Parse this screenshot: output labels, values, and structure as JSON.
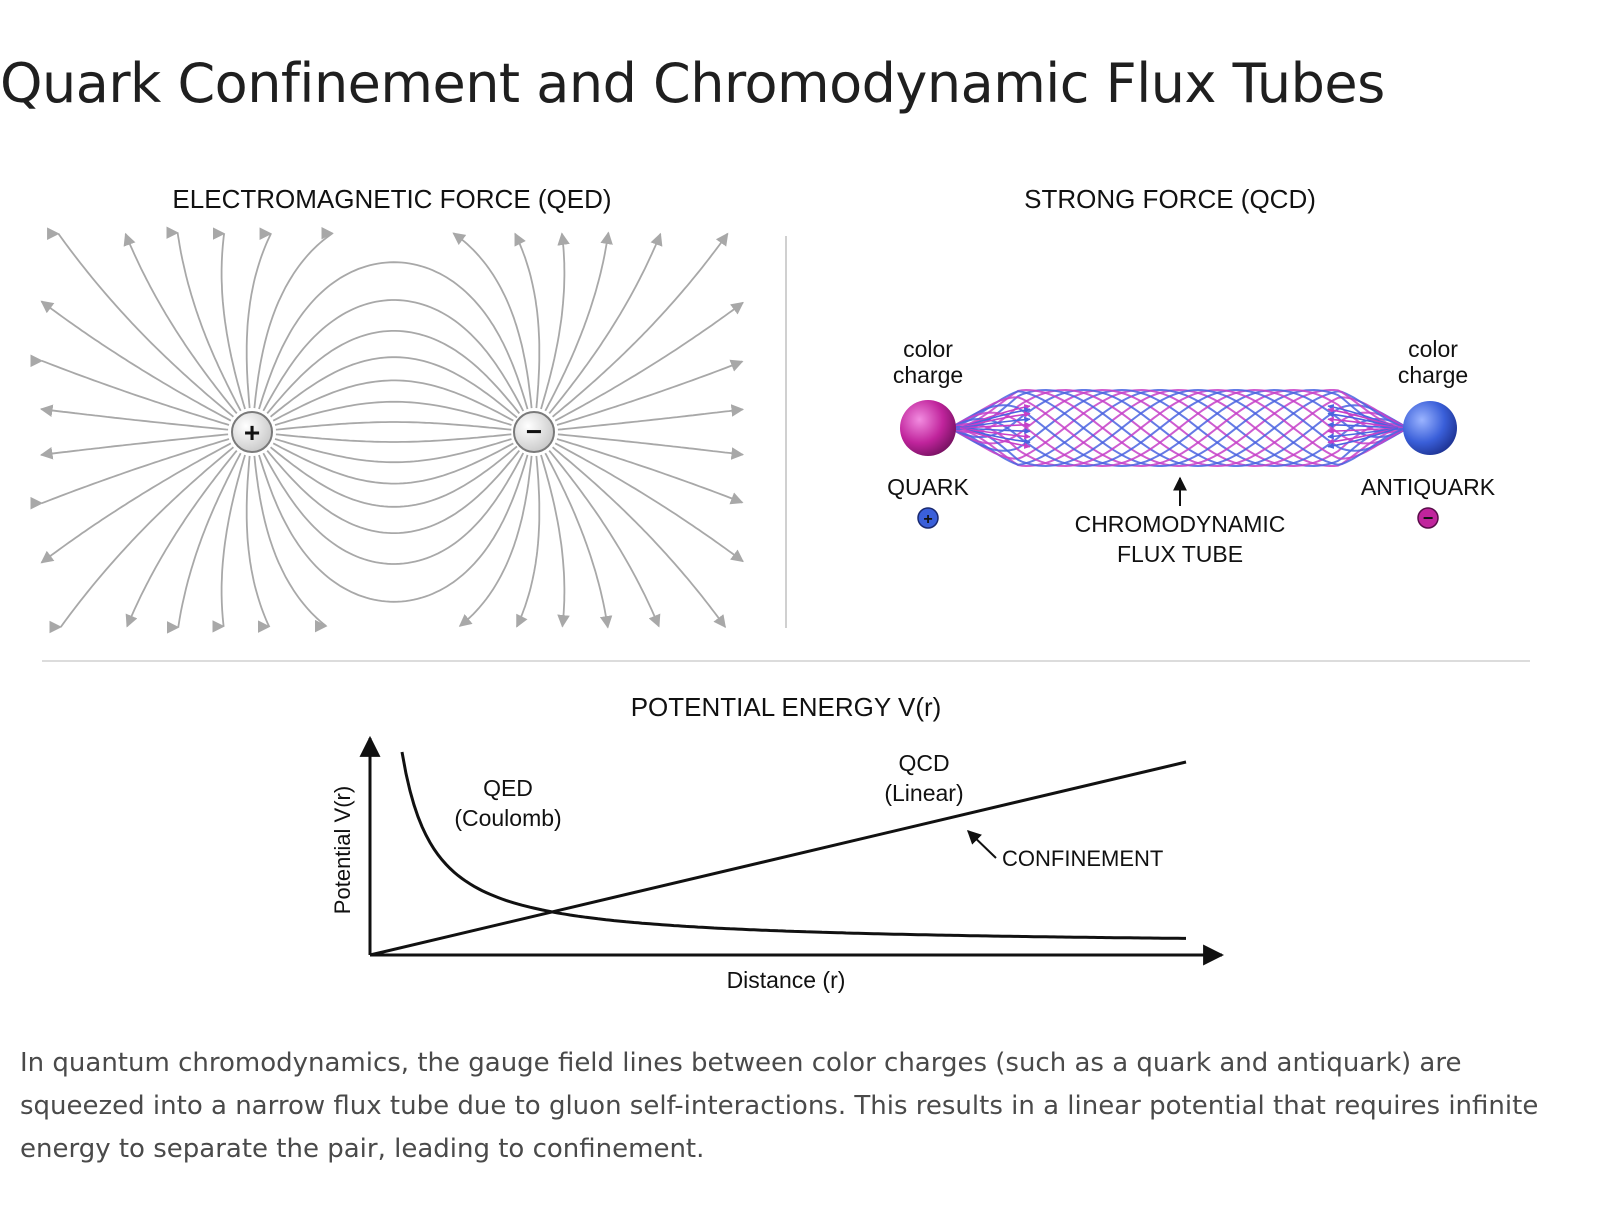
{
  "page": {
    "title": "Quark Confinement and Chromodynamic Flux Tubes",
    "caption": "In quantum chromodynamics, the gauge field lines between color charges (such as a quark and antiquark) are squeezed into a narrow flux tube due to gluon self-interactions. This results in a linear potential that requires infinite energy to separate the pair, leading to confinement."
  },
  "qed_panel": {
    "heading": "ELECTROMAGNETIC FORCE (QED)",
    "positive_symbol": "+",
    "negative_symbol": "−",
    "colors": {
      "field_line": "#a8a8a8",
      "charge_fill": "#e3e3e3"
    }
  },
  "qcd_panel": {
    "heading": "STRONG FORCE (QCD)",
    "left_label_line1": "color",
    "left_label_line2": "charge",
    "right_label_line1": "color",
    "right_label_line2": "charge",
    "quark_label": "QUARK",
    "antiquark_label": "ANTIQUARK",
    "quark_sign": "+",
    "antiquark_sign": "−",
    "tube_label_line1": "CHROMODYNAMIC",
    "tube_label_line2": "FLUX TUBE",
    "colors": {
      "quark": "#c0249c",
      "antiquark": "#3a5fd9",
      "tube_magenta": "#c63fc8",
      "tube_blue": "#4a63e0"
    }
  },
  "chart_data": {
    "type": "line",
    "title": "POTENTIAL ENERGY V(r)",
    "xlabel": "Distance (r)",
    "ylabel": "Potential V(r)",
    "series": [
      {
        "name_line1": "QED",
        "name_line2": "(Coulomb)",
        "shape": "1/r decay"
      },
      {
        "name_line1": "QCD",
        "name_line2": "(Linear)",
        "shape": "linear increase"
      }
    ],
    "annotation": "CONFINEMENT",
    "grid": false
  }
}
